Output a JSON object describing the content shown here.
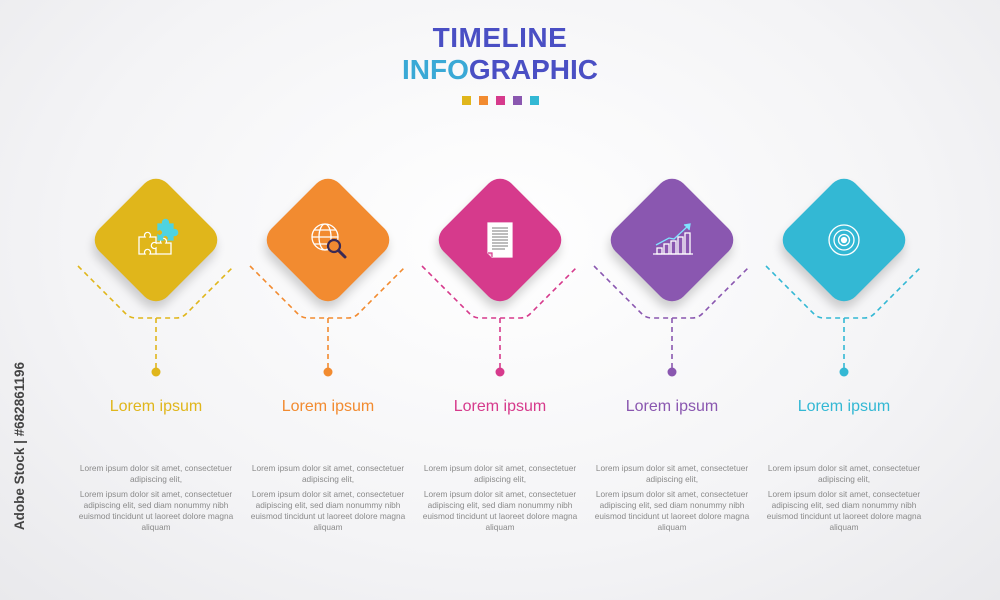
{
  "header": {
    "title_line1": "TIMELINE",
    "title_line2a": "INFO",
    "title_line2b": "GRAPHIC",
    "dot_colors": [
      "#e0b61b",
      "#f28b30",
      "#d63a8c",
      "#8a57b0",
      "#33b8d4"
    ]
  },
  "steps": [
    {
      "color": "#e0b61b",
      "icon": "puzzle-icon",
      "label": "Lorem ipsum",
      "desc_short": "Lorem ipsum dolor sit amet, consectetuer adipiscing elit,",
      "desc_long": "Lorem ipsum dolor sit amet, consectetuer adipiscing elit, sed diam nonummy nibh euismod tincidunt ut laoreet dolore magna aliquam"
    },
    {
      "color": "#f28b30",
      "icon": "globe-search-icon",
      "label": "Lorem ipsum",
      "desc_short": "Lorem ipsum dolor sit amet, consectetuer adipiscing elit,",
      "desc_long": "Lorem ipsum dolor sit amet, consectetuer adipiscing elit, sed diam nonummy nibh euismod tincidunt ut laoreet dolore magna aliquam"
    },
    {
      "color": "#d63a8c",
      "icon": "document-icon",
      "label": "Lorem ipsum",
      "desc_short": "Lorem ipsum dolor sit amet, consectetuer adipiscing elit,",
      "desc_long": "Lorem ipsum dolor sit amet, consectetuer adipiscing elit, sed diam nonummy nibh euismod tincidunt ut laoreet dolore magna aliquam"
    },
    {
      "color": "#8a57b0",
      "icon": "growth-chart-icon",
      "label": "Lorem ipsum",
      "desc_short": "Lorem ipsum dolor sit amet, consectetuer adipiscing elit,",
      "desc_long": "Lorem ipsum dolor sit amet, consectetuer adipiscing elit, sed diam nonummy nibh euismod tincidunt ut laoreet dolore magna aliquam"
    },
    {
      "color": "#33b8d4",
      "icon": "target-icon",
      "label": "Lorem ipsum",
      "desc_short": "Lorem ipsum dolor sit amet, consectetuer adipiscing elit,",
      "desc_long": "Lorem ipsum dolor sit amet, consectetuer adipiscing elit, sed diam nonummy nibh euismod tincidunt ut laoreet dolore magna aliquam"
    }
  ],
  "watermark": {
    "side_text": "Adobe Stock | #682861196"
  }
}
